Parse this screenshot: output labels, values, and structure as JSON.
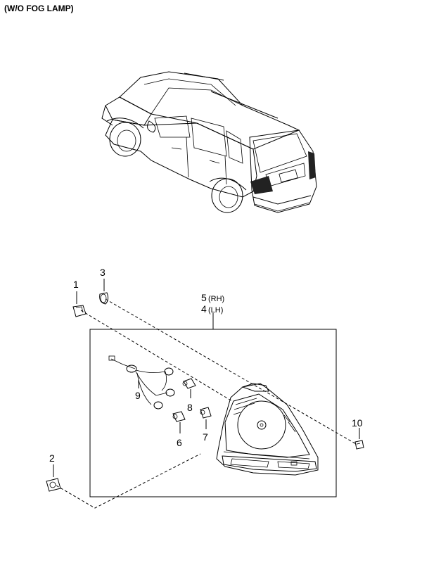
{
  "header": {
    "note": "(W/O FOG LAMP)"
  },
  "callouts": {
    "c1": "1",
    "c2": "2",
    "c3": "3",
    "c5": "5",
    "c5_side": "(RH)",
    "c4": "4",
    "c4_side": "(LH)",
    "c6": "6",
    "c7": "7",
    "c8": "8",
    "c9": "9",
    "c10": "10"
  }
}
